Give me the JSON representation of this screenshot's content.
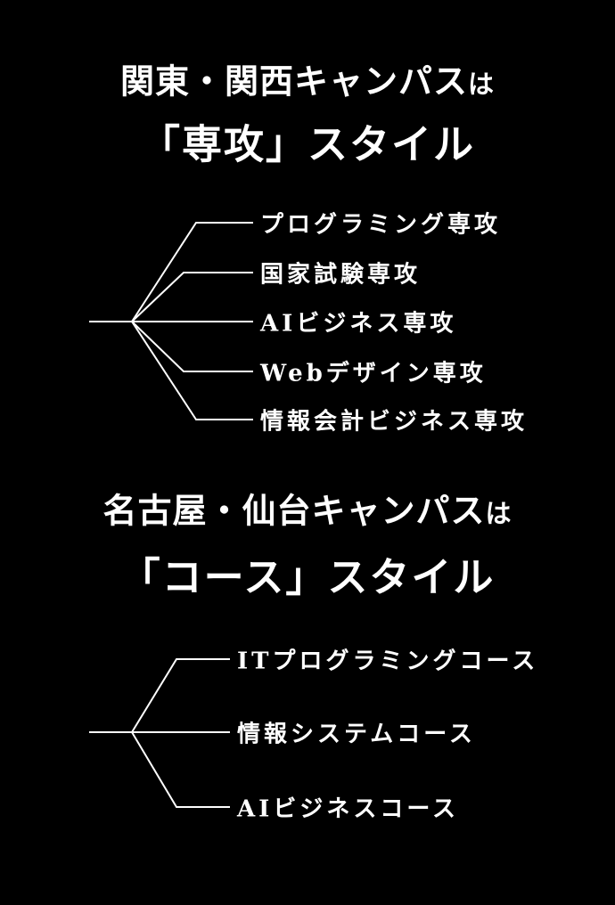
{
  "colors": {
    "background": "#000000",
    "text": "#ffffff",
    "line": "#ffffff"
  },
  "section1": {
    "heading_line1_main": "関東・関西キャンパス",
    "heading_line1_suffix": "は",
    "heading_line2": "「専攻」スタイル",
    "items": [
      {
        "label": "プログラミング専攻"
      },
      {
        "label": "国家試験専攻"
      },
      {
        "label": "AIビジネス専攻"
      },
      {
        "label": "Webデザイン専攻"
      },
      {
        "label": "情報会計ビジネス専攻"
      }
    ]
  },
  "section2": {
    "heading_line1_main": "名古屋・仙台キャンパス",
    "heading_line1_suffix": "は",
    "heading_line2": "「コース」スタイル",
    "items": [
      {
        "label": "ITプログラミングコース"
      },
      {
        "label": "情報システムコース"
      },
      {
        "label": "AIビジネスコース"
      }
    ]
  }
}
